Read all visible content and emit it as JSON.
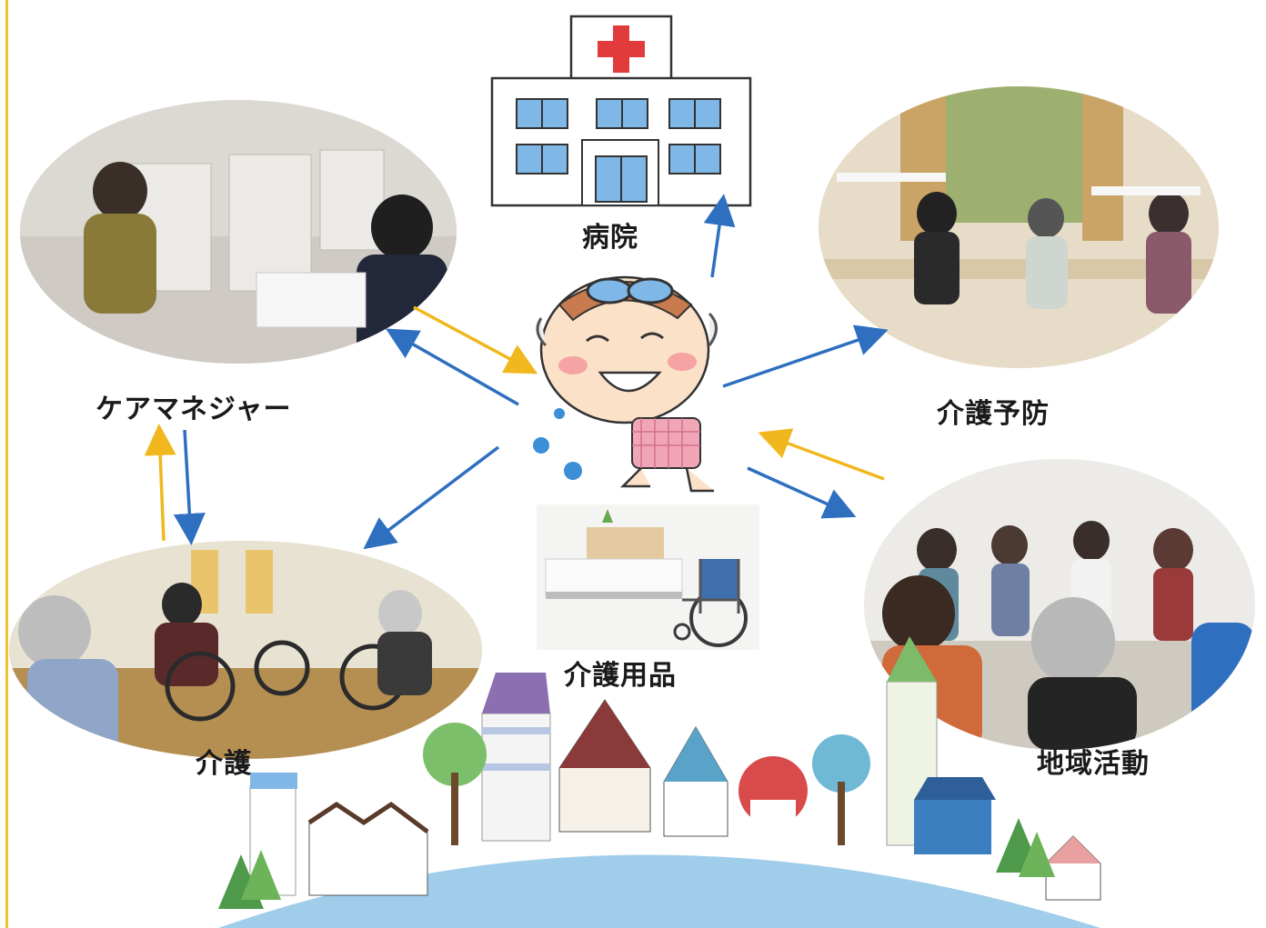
{
  "labels": {
    "hospital": "病院",
    "care_manager": "ケアマネジャー",
    "care_prevention": "介護予防",
    "care_supplies": "介護用品",
    "nursing_care": "介護",
    "community_activity": "地域活動"
  },
  "colors": {
    "accent_line": "#f2c12e",
    "arrow_blue": "#2e6fc0",
    "arrow_yellow": "#f0b81e",
    "hospital_cross": "#e23b3b",
    "window_blue": "#7fb7e6",
    "globe_blue": "#9fcdea"
  }
}
